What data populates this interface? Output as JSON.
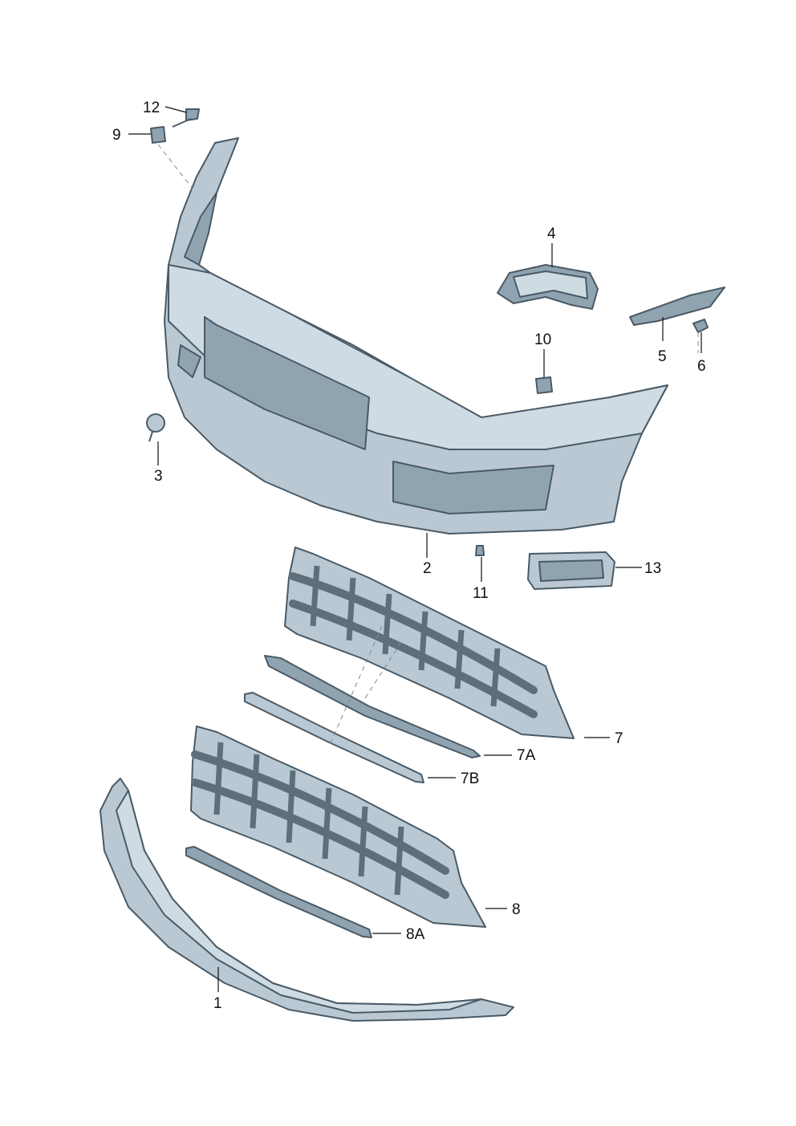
{
  "diagram": {
    "labels": {
      "p1": "1",
      "p2": "2",
      "p3": "3",
      "p4": "4",
      "p5": "5",
      "p6": "6",
      "p7": "7",
      "p7a": "7A",
      "p7b": "7B",
      "p8": "8",
      "p8a": "8A",
      "p9": "9",
      "p10": "10",
      "p11": "11",
      "p12": "12",
      "p13": "13"
    },
    "colors": {
      "part_fill": "#b9c8d2",
      "part_shadow": "#8fa3b1",
      "outline": "#4a5a66",
      "label": "#111111"
    }
  }
}
